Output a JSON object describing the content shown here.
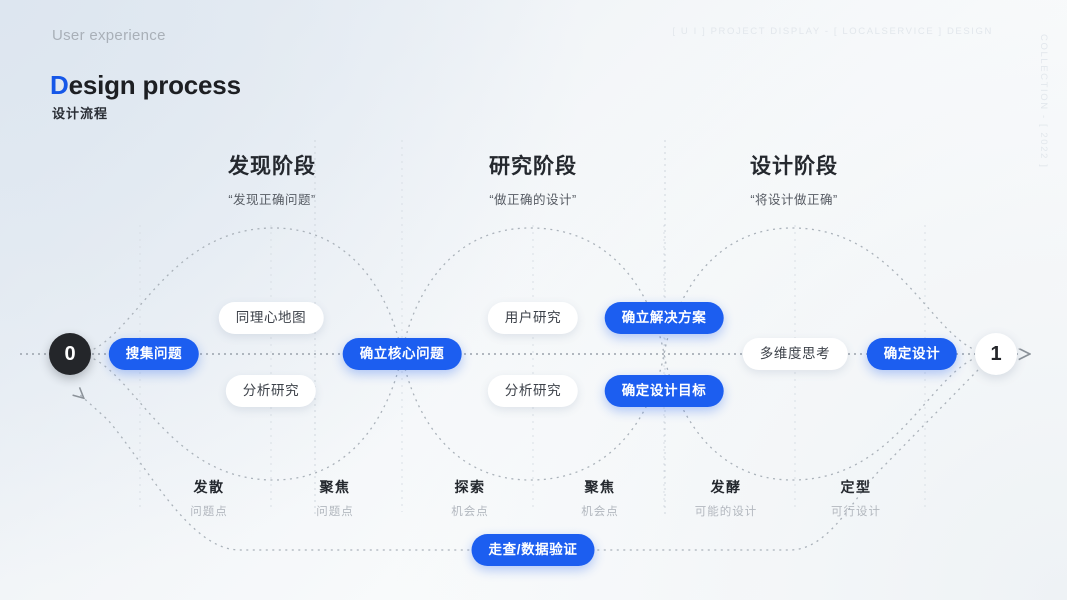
{
  "header": {
    "eyebrow": "User experience",
    "title_highlight": "D",
    "title_rest": "esign process",
    "subtitle": "设计流程",
    "corner_horizontal": "[ U I ] PROJECT DISPLAY  -  [ LOCALSERVICE ] DESIGN",
    "corner_vertical": "COLLECTION - [ 2022 ]"
  },
  "phases": [
    {
      "title": "发现阶段",
      "quote": "“发现正确问题”"
    },
    {
      "title": "研究阶段",
      "quote": "“做正确的设计”"
    },
    {
      "title": "设计阶段",
      "quote": "“将设计做正确”"
    }
  ],
  "nodes": [
    {
      "label": "0",
      "style": "dark"
    },
    {
      "label": "1",
      "style": "light"
    }
  ],
  "pills": [
    {
      "label": "搜集问题",
      "style": "blue"
    },
    {
      "label": "同理心地图",
      "style": "white"
    },
    {
      "label": "分析研究",
      "style": "white"
    },
    {
      "label": "确立核心问题",
      "style": "blue"
    },
    {
      "label": "用户研究",
      "style": "white"
    },
    {
      "label": "分析研究",
      "style": "white"
    },
    {
      "label": "确立解决方案",
      "style": "blue"
    },
    {
      "label": "确定设计目标",
      "style": "blue"
    },
    {
      "label": "多维度思考",
      "style": "white"
    },
    {
      "label": "确定设计",
      "style": "blue"
    },
    {
      "label": "走查/数据验证",
      "style": "blue"
    }
  ],
  "stages": [
    {
      "main": "发散",
      "sub": "问题点"
    },
    {
      "main": "聚焦",
      "sub": "问题点"
    },
    {
      "main": "探索",
      "sub": "机会点"
    },
    {
      "main": "聚焦",
      "sub": "机会点"
    },
    {
      "main": "发酵",
      "sub": "可能的设计"
    },
    {
      "main": "定型",
      "sub": "可行设计"
    }
  ],
  "colors": {
    "accent_blue": "#1c5ef0",
    "node_dark": "#24262a",
    "text_primary": "#24282e",
    "text_muted": "#b3b8bf",
    "dotted_line": "#b9c0c8"
  }
}
